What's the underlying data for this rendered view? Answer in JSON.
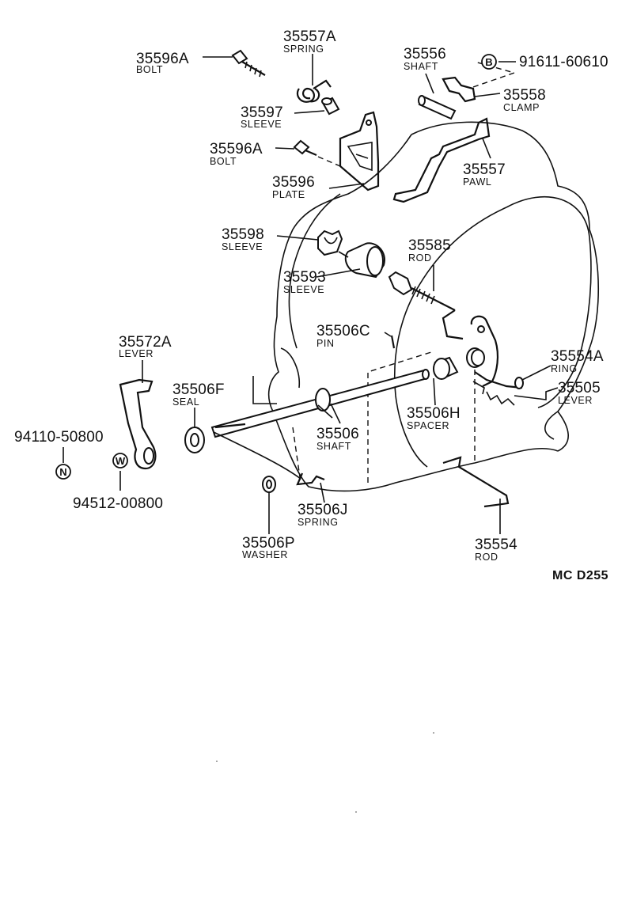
{
  "diagram_code": "MC  D255",
  "parts": {
    "bolt_35596A_top": {
      "number": "35596A",
      "name": "BOLT"
    },
    "spring_35557A": {
      "number": "35557A",
      "name": "SPRING"
    },
    "shaft_35556": {
      "number": "35556",
      "name": "SHAFT"
    },
    "clamp_35558": {
      "number": "35558",
      "name": "CLAMP"
    },
    "sleeve_35597": {
      "number": "35597",
      "name": "SLEEVE"
    },
    "bolt_35596A_mid": {
      "number": "35596A",
      "name": "BOLT"
    },
    "pawl_35557": {
      "number": "35557",
      "name": "PAWL"
    },
    "plate_35596": {
      "number": "35596",
      "name": "PLATE"
    },
    "sleeve_35598": {
      "number": "35598",
      "name": "SLEEVE"
    },
    "rod_35585": {
      "number": "35585",
      "name": "ROD"
    },
    "sleeve_35593": {
      "number": "35593",
      "name": "SLEEVE"
    },
    "pin_35506C": {
      "number": "35506C",
      "name": "PIN"
    },
    "lever_35572A": {
      "number": "35572A",
      "name": "LEVER"
    },
    "ring_35554A": {
      "number": "35554A",
      "name": "RING"
    },
    "seal_35506F": {
      "number": "35506F",
      "name": "SEAL"
    },
    "lever_35505": {
      "number": "35505",
      "name": "LEVER"
    },
    "spacer_35506H": {
      "number": "35506H",
      "name": "SPACER"
    },
    "shaft_35506": {
      "number": "35506",
      "name": "SHAFT"
    },
    "spring_35506J": {
      "number": "35506J",
      "name": "SPRING"
    },
    "rod_35554": {
      "number": "35554",
      "name": "ROD"
    },
    "washer_35506P": {
      "number": "35506P",
      "name": "WASHER"
    }
  },
  "standard_parts": {
    "b_part": {
      "symbol": "B",
      "number": "91611-60610"
    },
    "n_part": {
      "symbol": "N",
      "number": "94110-50800"
    },
    "w_part": {
      "symbol": "W",
      "number": "94512-00800"
    }
  }
}
